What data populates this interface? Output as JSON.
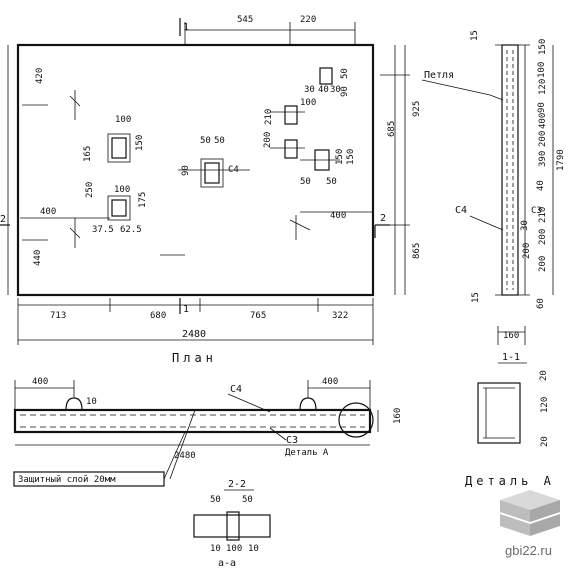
{
  "plan": {
    "section_mark": "1",
    "section_mark_2": "2",
    "top_dims": [
      "545",
      "220"
    ],
    "left_dims": [
      "420",
      "165",
      "250",
      "440"
    ],
    "right_dims": [
      "685",
      "925",
      "865"
    ],
    "bottom_dims": [
      "713",
      "680",
      "765",
      "322"
    ],
    "overall_length": "2480",
    "title": "План",
    "inner_labels": {
      "w400_left": "400",
      "w400_right": "400",
      "n100a": "100",
      "n150a": "150",
      "n100b": "100",
      "n175": "175",
      "n37_5": "37.5",
      "n62_5": "62.5",
      "n50a": "50",
      "n50b": "50",
      "n90_90": "90",
      "c4_label": "С4",
      "n200": "200",
      "n210": "210",
      "n100c": "100",
      "n150b": "150",
      "n50c": "50",
      "n50d": "50",
      "n150c": "150",
      "n30": "30",
      "n40": "40",
      "n30b": "30",
      "n50e": "50",
      "n90": "90"
    }
  },
  "side_view": {
    "loop_label": "Петля",
    "c4_label": "С4",
    "c3_label": "С3",
    "vert_dims": [
      "150",
      "100",
      "120",
      "90",
      "400",
      "200",
      "390",
      "40",
      "210",
      "30",
      "200",
      "200",
      "200",
      "60"
    ],
    "overall": "1790",
    "top_mark": "15",
    "bottom_mark": "15"
  },
  "section_1_1": {
    "label": "1-1",
    "width": "160"
  },
  "front_view": {
    "dim_left": "400",
    "dim_right": "400",
    "dim_10": "10",
    "c4_label": "С4",
    "c3_label": "С3",
    "length": "2480",
    "height": "160",
    "detail_label": "Деталь А",
    "cover_label": "Защитный слой 20мм"
  },
  "section_2_2": {
    "label": "2-2",
    "dims_top": [
      "50",
      "50"
    ],
    "dims_bottom": [
      "10",
      "100",
      "10"
    ],
    "sub_label": "а-а"
  },
  "detail_a": {
    "label": "Деталь А",
    "dims": [
      "20",
      "120",
      "20"
    ]
  },
  "watermark": "gbi22.ru"
}
